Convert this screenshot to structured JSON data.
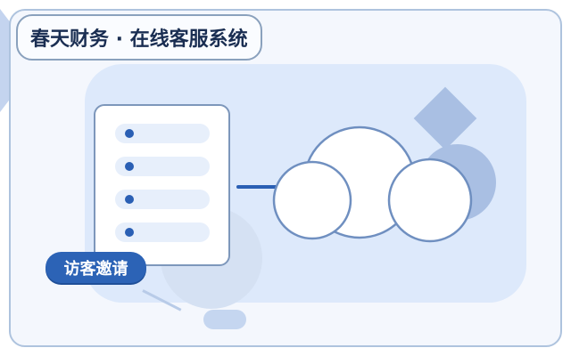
{
  "header": {
    "title": "春天财务 · 在线客服系统"
  },
  "card": {
    "badge_label": "访客邀请",
    "rows": 4
  },
  "icons": {
    "list": "list-document-icon",
    "cloud": "cloud-icon"
  },
  "colors": {
    "accent": "#2c63b6",
    "title_text": "#1a2e52",
    "panel": "#dde9fb",
    "frame_border": "#aec3de",
    "decor": "#a9bfe3"
  }
}
